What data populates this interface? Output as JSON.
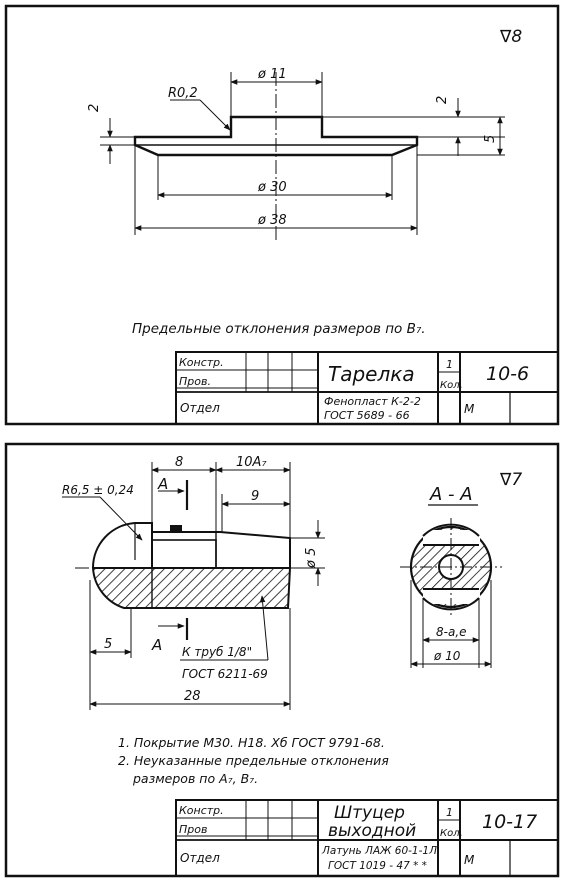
{
  "sheet1": {
    "roughness": "∇8",
    "dims": {
      "radius": "R0,2",
      "d_top": "ø 11",
      "d_mid": "ø 30",
      "d_bottom": "ø 38",
      "h_left": "2",
      "h_right": "2",
      "h_total": "5"
    },
    "note": "Предельные отклонения размеров по B₇.",
    "title_block": {
      "konstr": "Констр.",
      "prov": "Пров.",
      "otdel": "Отдел",
      "name": "Тарелка",
      "qty": "1",
      "qty_label": "Кол.",
      "code": "10-6",
      "material_1": "Фенопласт К-2-2",
      "material_2": "ГОСТ 5689 - 66",
      "mark": "М"
    }
  },
  "sheet2": {
    "roughness": "∇7",
    "section_label": "А - А",
    "dims": {
      "radius": "R6,5 ± 0,24",
      "d_8": "8",
      "d_10a": "10A₇",
      "d_9": "9",
      "d_5v": "ø 5",
      "d_5": "5",
      "d_28": "28",
      "sec_8": "8-a,e",
      "sec_d10": "ø 10",
      "cut_a_top": "А",
      "cut_a_bottom": "А",
      "thread_1": "К труб 1/8\"",
      "thread_2": "ГОСТ 6211-69"
    },
    "notes": [
      "1. Покрытие М30. Н18. Хб     ГОСТ 9791-68.",
      "2. Неуказанные предельные отклонения",
      "размеров по A₇, B₇."
    ],
    "title_block": {
      "konstr": "Констр.",
      "prov": "Пров",
      "otdel": "Отдел",
      "name_1": "Штуцер",
      "name_2": "выходной",
      "qty": "1",
      "qty_label": "Кол.",
      "code": "10-17",
      "material_1": "Латунь ЛАЖ 60-1-1Л",
      "material_2": "ГОСТ 1019 - 47 * *",
      "mark": "М"
    }
  }
}
